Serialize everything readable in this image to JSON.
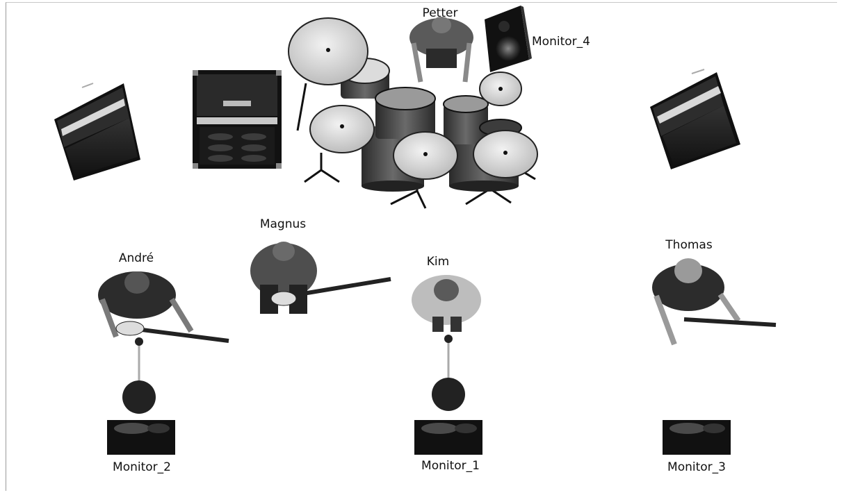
{
  "stage": {
    "performers": [
      {
        "id": "petter",
        "name": "Petter",
        "instrument": "drums"
      },
      {
        "id": "magnus",
        "name": "Magnus",
        "instrument": "guitar"
      },
      {
        "id": "andre",
        "name": "André",
        "instrument": "guitar"
      },
      {
        "id": "kim",
        "name": "Kim",
        "instrument": "vocals"
      },
      {
        "id": "thomas",
        "name": "Thomas",
        "instrument": "guitar"
      }
    ],
    "monitors": [
      {
        "id": "monitor4",
        "name": "Monitor_4"
      },
      {
        "id": "monitor2",
        "name": "Monitor_2"
      },
      {
        "id": "monitor1",
        "name": "Monitor_1"
      },
      {
        "id": "monitor3",
        "name": "Monitor_3"
      }
    ]
  },
  "colors": {
    "background": "#ffffff",
    "equipment_dark": "#1c1c1c",
    "cymbal": "#d9d9d9",
    "shirt_gray": "#3a3a3a",
    "skin": "#6e6e6e"
  },
  "icons": [
    "amplifier-icon",
    "drum-kit-icon",
    "microphone-stand-icon",
    "monitor-speaker-icon",
    "musician-icon",
    "guitar-icon"
  ]
}
